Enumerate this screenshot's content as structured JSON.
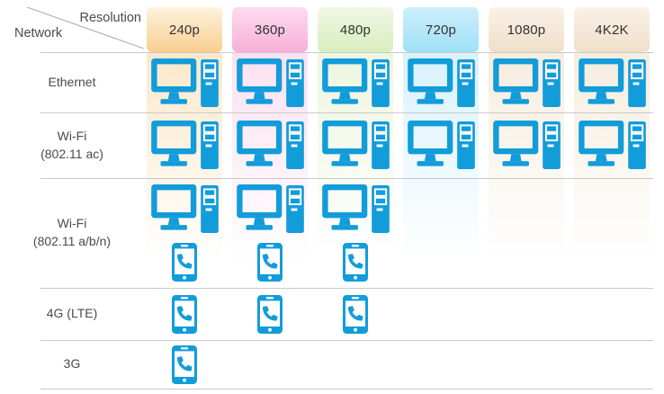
{
  "colors": {
    "icon-blue": "#129CDA",
    "line-gray": "#C9C9C9",
    "diag-gray": "#A9A9A9",
    "chip-text": "#333333",
    "label-text": "#4A4A4A"
  },
  "header": {
    "corner_top": "Resolution",
    "corner_bottom": "Network"
  },
  "columns": [
    {
      "label": "240p",
      "chip_top": "#FDF3DE",
      "chip_bottom": "#F8CE8E",
      "band": "#FAE8CA"
    },
    {
      "label": "360p",
      "chip_top": "#FCDCEE",
      "chip_bottom": "#F8AFD7",
      "band": "#FBE1F0"
    },
    {
      "label": "480p",
      "chip_top": "#F0F7E6",
      "chip_bottom": "#D9EDBE",
      "band": "#EDF6E0"
    },
    {
      "label": "720p",
      "chip_top": "#CDEFFB",
      "chip_bottom": "#9FE0F7",
      "band": "#D9F2FC"
    },
    {
      "label": "1080p",
      "chip_top": "#FAF2E6",
      "chip_bottom": "#EFDFC9",
      "band": "#F6EDDF"
    },
    {
      "label": "4K2K",
      "chip_top": "#FAF2E6",
      "chip_bottom": "#EFDFC9",
      "band": "#F6EDDF"
    }
  ],
  "rows": [
    {
      "lines": [
        "Ethernet"
      ],
      "cells": [
        "desktop",
        "desktop",
        "desktop",
        "desktop",
        "desktop",
        "desktop"
      ]
    },
    {
      "lines": [
        "Wi-Fi",
        "(802.11 ac)"
      ],
      "cells": [
        "desktop",
        "desktop",
        "desktop",
        "desktop",
        "desktop",
        "desktop"
      ]
    },
    {
      "lines": [
        "Wi-Fi",
        "(802.11 a/b/n)"
      ],
      "cells": [
        "desktop phone",
        "desktop phone",
        "desktop phone",
        "",
        "",
        ""
      ]
    },
    {
      "lines": [
        "4G (LTE)"
      ],
      "cells": [
        "phone",
        "phone",
        "phone",
        "",
        "",
        ""
      ]
    },
    {
      "lines": [
        "3G"
      ],
      "cells": [
        "phone",
        "",
        "",
        "",
        "",
        ""
      ]
    }
  ],
  "icons": {
    "desktop": "desktop-computer-icon",
    "phone": "smartphone-icon"
  }
}
